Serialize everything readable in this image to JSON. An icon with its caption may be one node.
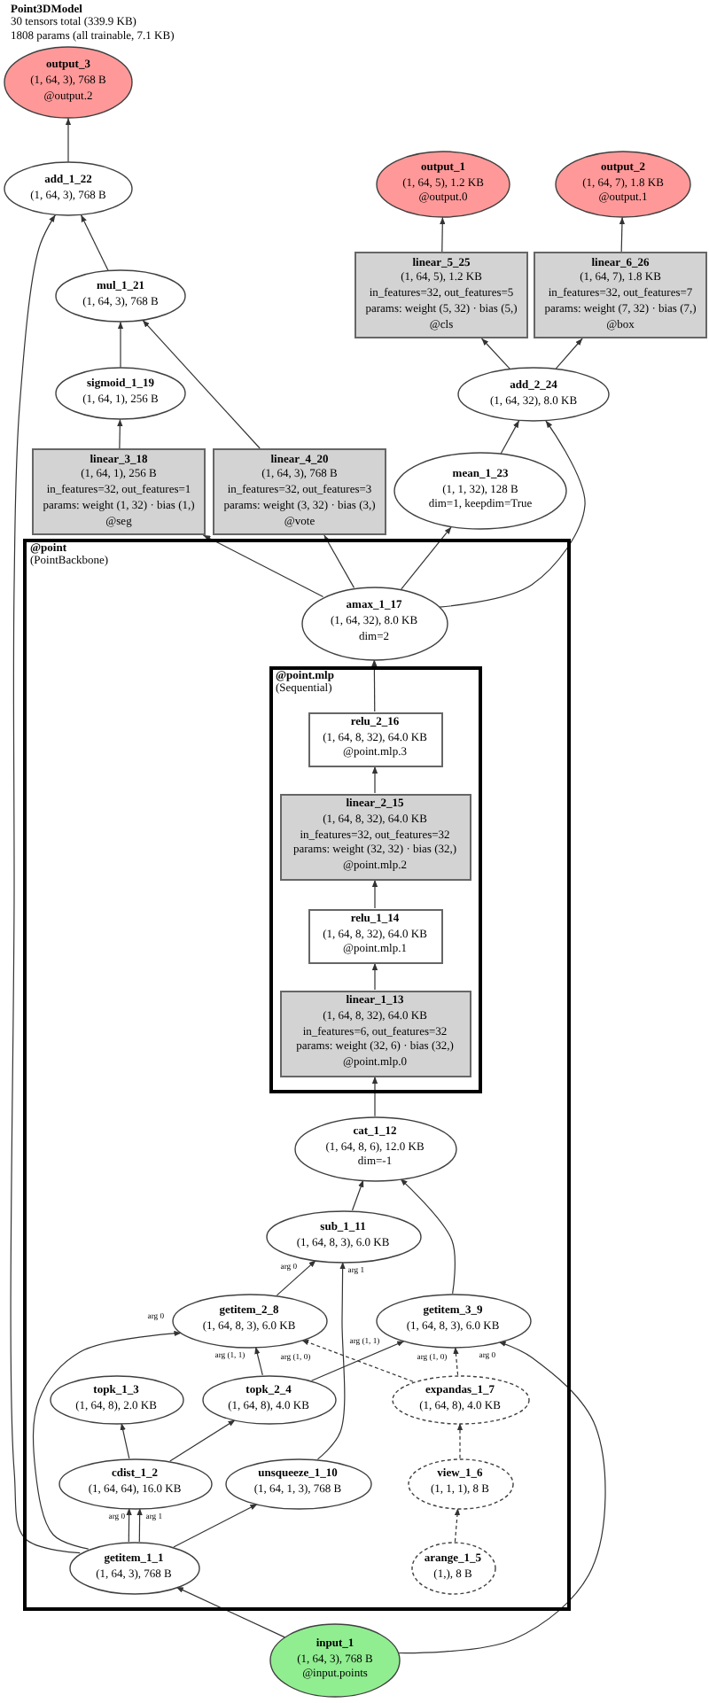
{
  "diagram": {
    "title": "Point3DModel",
    "labels": [
      "30 tensors total (339.9 KB)",
      "1808 params (all trainable, 7.1 KB)"
    ],
    "nodes": [
      {
        "text": [
          "output_3",
          "(1, 64, 3), 768 B",
          "@output.2"
        ]
      },
      {
        "text": [
          "output_1",
          "(1, 64, 5), 1.2 KB",
          "@output.0"
        ]
      },
      {
        "text": [
          "output_2",
          "(1, 64, 7), 1.8 KB",
          "@output.1"
        ]
      },
      {
        "text": [
          "add_1_22",
          "(1, 64, 3), 768 B"
        ]
      },
      {
        "text": [
          "linear_5_25",
          "(1, 64, 5), 1.2 KB",
          "in_features=32, out_features=5",
          "params: weight (5, 32) · bias (5,)",
          "@cls"
        ]
      },
      {
        "text": [
          "linear_6_26",
          "(1, 64, 7), 1.8 KB",
          "in_features=32, out_features=7",
          "params: weight (7, 32) · bias (7,)",
          "@box"
        ]
      },
      {
        "text": [
          "mul_1_21",
          "(1, 64, 3), 768 B"
        ]
      },
      {
        "text": [
          "sigmoid_1_19",
          "(1, 64, 1), 256 B"
        ]
      },
      {
        "text": [
          "add_2_24",
          "(1, 64, 32), 8.0 KB"
        ]
      },
      {
        "text": [
          "linear_3_18",
          "(1, 64, 1), 256 B",
          "in_features=32, out_features=1",
          "params: weight (1, 32) · bias (1,)",
          "@seg"
        ]
      },
      {
        "text": [
          "linear_4_20",
          "(1, 64, 3), 768 B",
          "in_features=32, out_features=3",
          "params: weight (3, 32) · bias (3,)",
          "@vote"
        ]
      },
      {
        "text": [
          "mean_1_23",
          "(1, 1, 32), 128 B",
          "dim=1, keepdim=True"
        ]
      },
      {
        "text": [
          "@point",
          "(PointBackbone)"
        ]
      },
      {
        "text": [
          "amax_1_17",
          "(1, 64, 32), 8.0 KB",
          "dim=2"
        ],
        "in": 12
      },
      {
        "text": [
          "@point.mlp",
          "(Sequential)"
        ],
        "in": 12
      },
      {
        "text": [
          "relu_2_16",
          "(1, 64, 8, 32), 64.0 KB",
          "@point.mlp.3"
        ],
        "in": 14
      },
      {
        "text": [
          "linear_2_15",
          "(1, 64, 8, 32), 64.0 KB",
          "in_features=32, out_features=32",
          "params: weight (32, 32) · bias (32,)",
          "@point.mlp.2"
        ],
        "in": 14
      },
      {
        "text": [
          "relu_1_14",
          "(1, 64, 8, 32), 64.0 KB",
          "@point.mlp.1"
        ],
        "in": 14
      },
      {
        "text": [
          "linear_1_13",
          "(1, 64, 8, 32), 64.0 KB",
          "in_features=6, out_features=32",
          "params: weight (32, 6) · bias (32,)",
          "@point.mlp.0"
        ],
        "in": 14
      },
      {
        "text": [
          "cat_1_12",
          "(1, 64, 8, 6), 12.0 KB",
          "dim=-1"
        ],
        "in": 12
      },
      {
        "text": [
          "sub_1_11",
          "(1, 64, 8, 3), 6.0 KB"
        ],
        "in": 12
      },
      {
        "text": [
          "getitem_2_8",
          "(1, 64, 8, 3), 6.0 KB"
        ],
        "in": 12
      },
      {
        "text": [
          "getitem_3_9",
          "(1, 64, 8, 3), 6.0 KB"
        ],
        "in": 12
      },
      {
        "text": [
          "topk_1_3",
          "(1, 64, 8), 2.0 KB"
        ],
        "in": 12
      },
      {
        "text": [
          "topk_2_4",
          "(1, 64, 8), 4.0 KB"
        ],
        "in": 12
      },
      {
        "text": [
          "expandas_1_7",
          "(1, 64, 8), 4.0 KB"
        ],
        "in": 12
      },
      {
        "text": [
          "cdist_1_2",
          "(1, 64, 64), 16.0 KB"
        ],
        "in": 12
      },
      {
        "text": [
          "unsqueeze_1_10",
          "(1, 64, 1, 3), 768 B"
        ],
        "in": 12
      },
      {
        "text": [
          "view_1_6",
          "(1, 1, 1), 8 B"
        ],
        "in": 12
      },
      {
        "text": [
          "getitem_1_1",
          "(1, 64, 3), 768 B"
        ],
        "in": 12
      },
      {
        "text": [
          "arange_1_5",
          "(1,), 8 B"
        ],
        "in": 12
      },
      {
        "text": [
          "input_1",
          "(1, 64, 3), 768 B",
          "@input.points"
        ]
      }
    ],
    "edges": [
      {
        "from": 31,
        "to": 29,
        "arrow": "to"
      },
      {
        "from": 31,
        "to": 22,
        "arrow": "to",
        "label": "arg 0"
      },
      {
        "from": 29,
        "to": 26,
        "arrow": "to",
        "label": "arg 0"
      },
      {
        "from": 29,
        "to": 26,
        "arrow": "to",
        "label": "arg 1"
      },
      {
        "from": 29,
        "to": 27,
        "arrow": "to"
      },
      {
        "from": 29,
        "to": 21,
        "arrow": "to",
        "label": "arg 0"
      },
      {
        "from": 29,
        "to": 3,
        "arrow": "to"
      },
      {
        "from": 26,
        "to": 23,
        "arrow": "to"
      },
      {
        "from": 26,
        "to": 24,
        "arrow": "to"
      },
      {
        "from": 30,
        "to": 28,
        "arrow": "to",
        "style": "dashed"
      },
      {
        "from": 28,
        "to": 25,
        "arrow": "to",
        "style": "dashed"
      },
      {
        "from": 24,
        "to": 21,
        "arrow": "to",
        "label": "arg (1, 1)"
      },
      {
        "from": 25,
        "to": 21,
        "arrow": "to",
        "label": "arg (1, 0)",
        "style": "dashed"
      },
      {
        "from": 24,
        "to": 22,
        "arrow": "to",
        "label": "arg (1, 1)"
      },
      {
        "from": 25,
        "to": 22,
        "arrow": "to",
        "label": "arg (1, 0)",
        "style": "dashed"
      },
      {
        "from": 21,
        "to": 20,
        "arrow": "to",
        "label": "arg 0"
      },
      {
        "from": 27,
        "to": 20,
        "arrow": "to",
        "label": "arg 1"
      },
      {
        "from": 20,
        "to": 19,
        "arrow": "to"
      },
      {
        "from": 22,
        "to": 19,
        "arrow": "to"
      },
      {
        "from": 19,
        "to": 18,
        "arrow": "to"
      },
      {
        "from": 18,
        "to": 17,
        "arrow": "to"
      },
      {
        "from": 17,
        "to": 16,
        "arrow": "to"
      },
      {
        "from": 16,
        "to": 15,
        "arrow": "to"
      },
      {
        "from": 15,
        "to": 13,
        "arrow": "to"
      },
      {
        "from": 13,
        "to": 9,
        "arrow": "to"
      },
      {
        "from": 13,
        "to": 10,
        "arrow": "to"
      },
      {
        "from": 13,
        "to": 11,
        "arrow": "to"
      },
      {
        "from": 13,
        "to": 8,
        "arrow": "to"
      },
      {
        "from": 11,
        "to": 8,
        "arrow": "to"
      },
      {
        "from": 8,
        "to": 4,
        "arrow": "to"
      },
      {
        "from": 8,
        "to": 5,
        "arrow": "to"
      },
      {
        "from": 4,
        "to": 1,
        "arrow": "to"
      },
      {
        "from": 5,
        "to": 2,
        "arrow": "to"
      },
      {
        "from": 9,
        "to": 7,
        "arrow": "to"
      },
      {
        "from": 7,
        "to": 6,
        "arrow": "to"
      },
      {
        "from": 10,
        "to": 6,
        "arrow": "to"
      },
      {
        "from": 6,
        "to": 3,
        "arrow": "to"
      },
      {
        "from": 3,
        "to": 0,
        "arrow": "to"
      }
    ]
  }
}
